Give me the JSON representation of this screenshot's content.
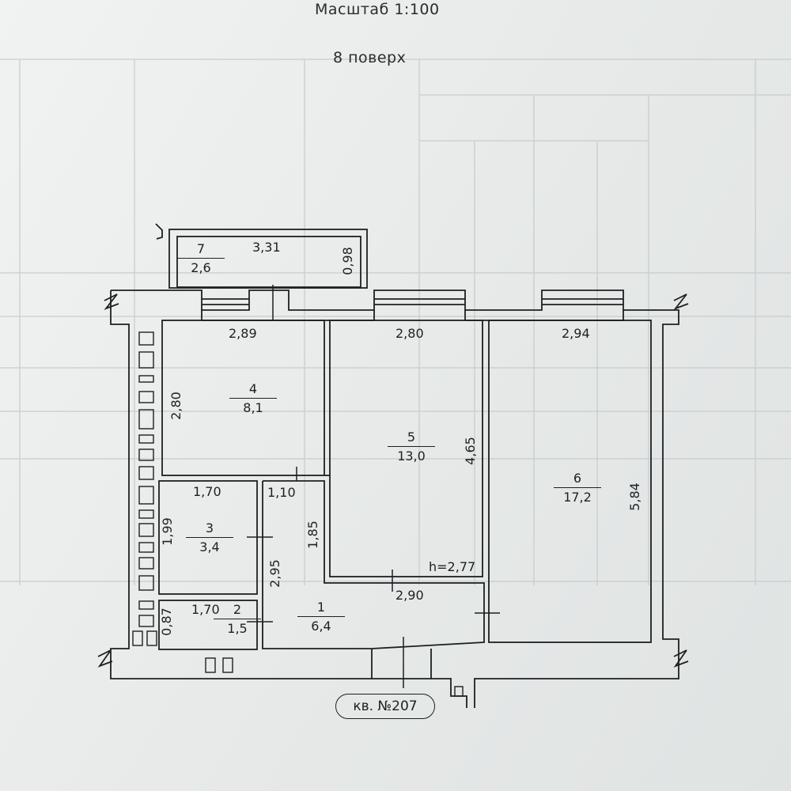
{
  "header": {
    "scale": "Масштаб 1:100",
    "floor": "8 поверх"
  },
  "rooms": [
    {
      "id": "7",
      "area": "2,6"
    },
    {
      "id": "4",
      "area": "8,1"
    },
    {
      "id": "5",
      "area": "13,0"
    },
    {
      "id": "6",
      "area": "17,2"
    },
    {
      "id": "3",
      "area": "3,4"
    },
    {
      "id": "2",
      "area": "1,5"
    },
    {
      "id": "1",
      "area": "6,4"
    }
  ],
  "dimensions": {
    "balcony_width": "3,31",
    "balcony_depth": "0,98",
    "room4_width": "2,89",
    "room4_depth": "2,80",
    "room5_width": "2,80",
    "room5_depth": "4,65",
    "room6_width": "2,94",
    "room6_depth": "5,84",
    "room3_width": "1,70",
    "room3_depth": "1,99",
    "corridor_width": "1,10",
    "corridor_depth": "1,85",
    "hall_depth": "2,95",
    "room2_width": "1,70",
    "room2_depth": "0,87",
    "hall_width": "2,90",
    "ceiling_height": "h=2,77"
  },
  "apartment_label": "кв. №207"
}
